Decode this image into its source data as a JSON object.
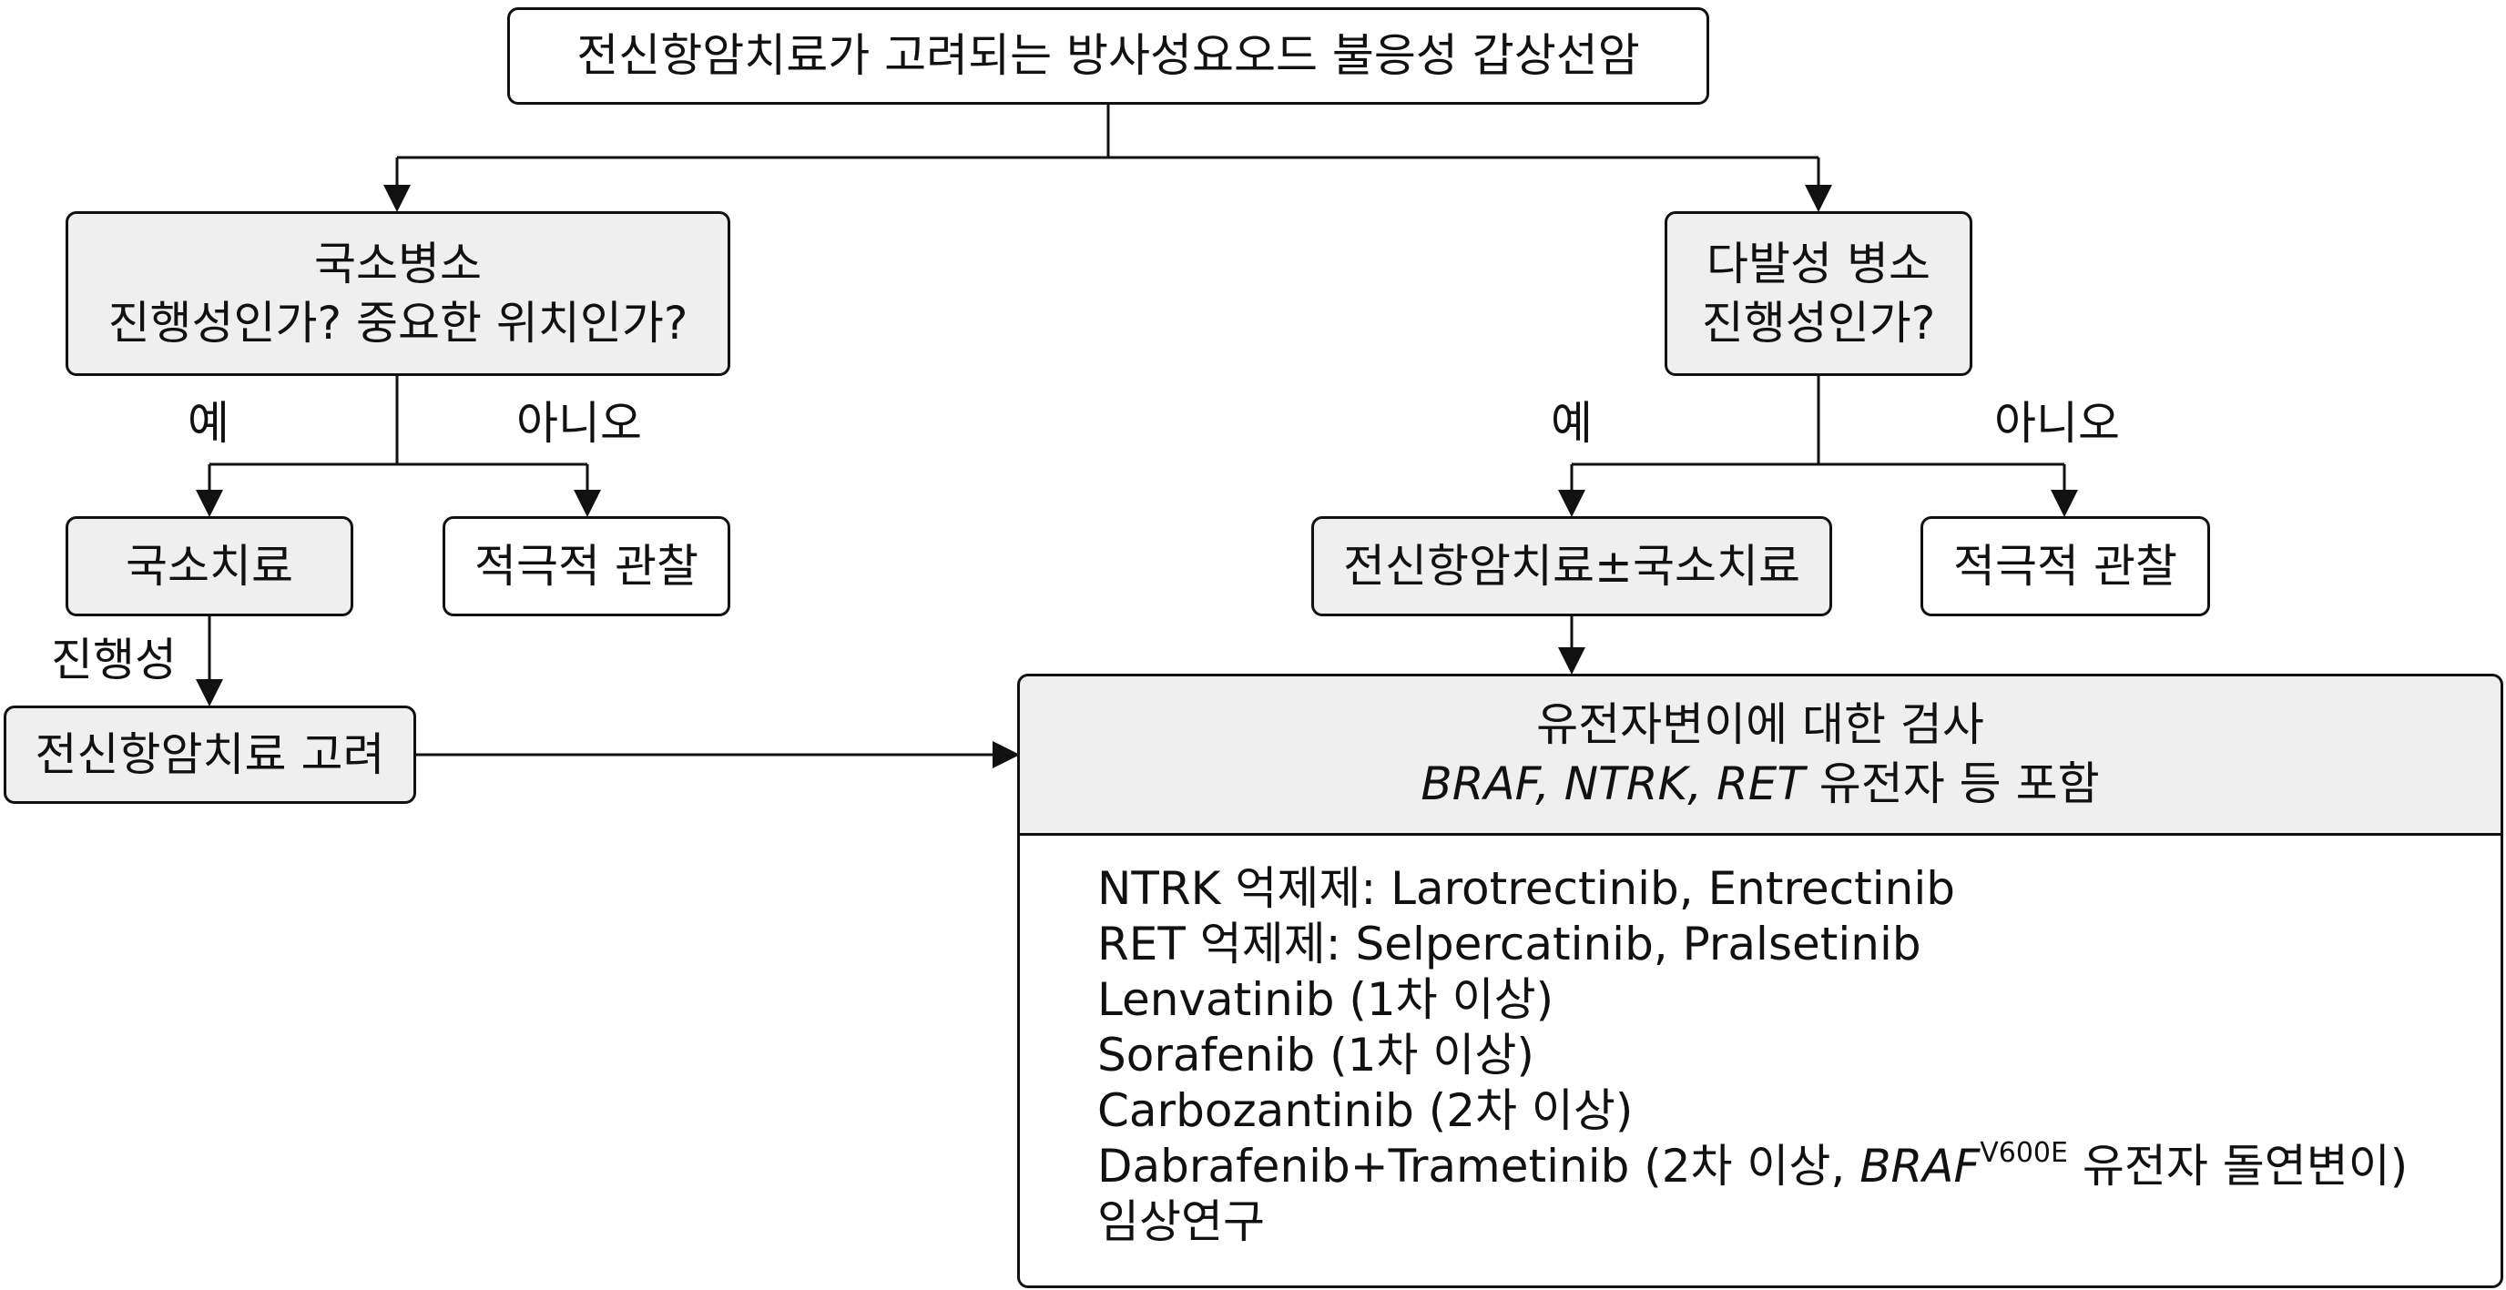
{
  "root": {
    "label": "전신항암치료가 고려되는 방사성요오드 불응성 갑상선암"
  },
  "left_decision": {
    "line1": "국소병소",
    "line2": "진행성인가? 중요한 위치인가?"
  },
  "right_decision": {
    "line1": "다발성 병소",
    "line2": "진행성인가?"
  },
  "branch_labels": {
    "yes": "예",
    "no": "아니오",
    "progressive": "진행성"
  },
  "left_yes_box": "국소치료",
  "left_no_box": "적극적 관찰",
  "right_yes_box": "전신항암치료±국소치료",
  "right_no_box": "적극적 관찰",
  "consider_box": "전신항암치료 고려",
  "genetic_test": {
    "line1": "유전자변이에 대한 검사",
    "line2_genes": "BRAF, NTRK, RET",
    "line2_rest": " 유전자 등 포함"
  },
  "treatments": {
    "ntrk": "NTRK 억제제: Larotrectinib, Entrectinib",
    "ret": "RET 억제제: Selpercatinib, Pralsetinib",
    "lenvatinib": "Lenvatinib (1차 이상)",
    "sorafenib": "Sorafenib (1차 이상)",
    "carbozantinib": "Carbozantinib (2차 이상)",
    "dabrafenib_prefix": "Dabrafenib+Trametinib (2차 이상, ",
    "dabrafenib_gene": "BRAF",
    "dabrafenib_mutation": "V600E",
    "dabrafenib_suffix": " 유전자 돌연변이)",
    "clinical_trial": "임상연구"
  }
}
